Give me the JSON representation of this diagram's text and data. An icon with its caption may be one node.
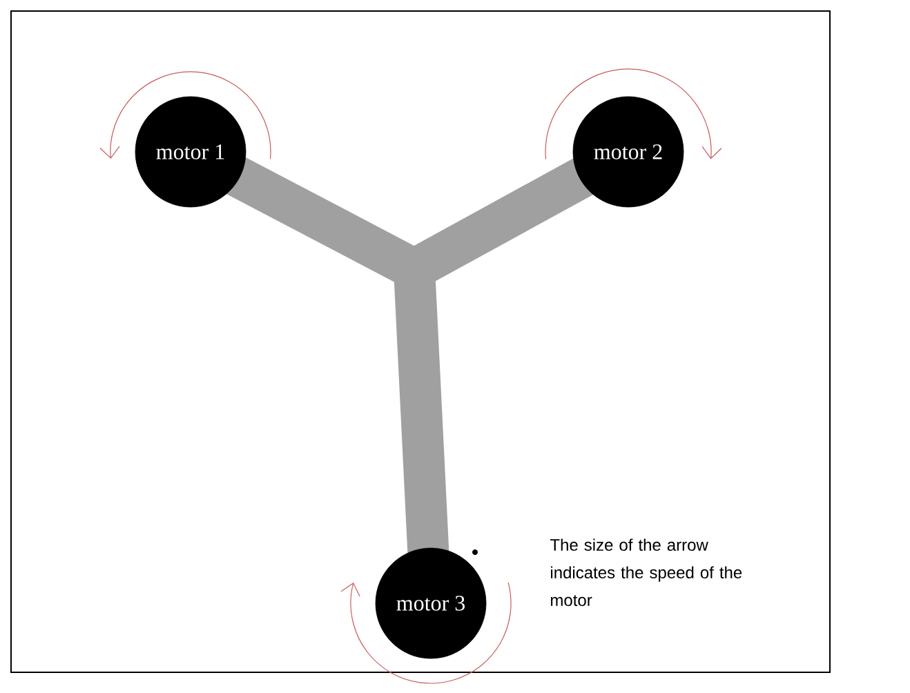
{
  "diagram": {
    "nodes": [
      {
        "text": [
          "motor 1"
        ]
      },
      {
        "text": [
          "motor 2"
        ]
      },
      {
        "text": [
          "motor 3"
        ]
      }
    ],
    "labels": [
      "The size of the arrow indicates the speed of the motor"
    ]
  }
}
